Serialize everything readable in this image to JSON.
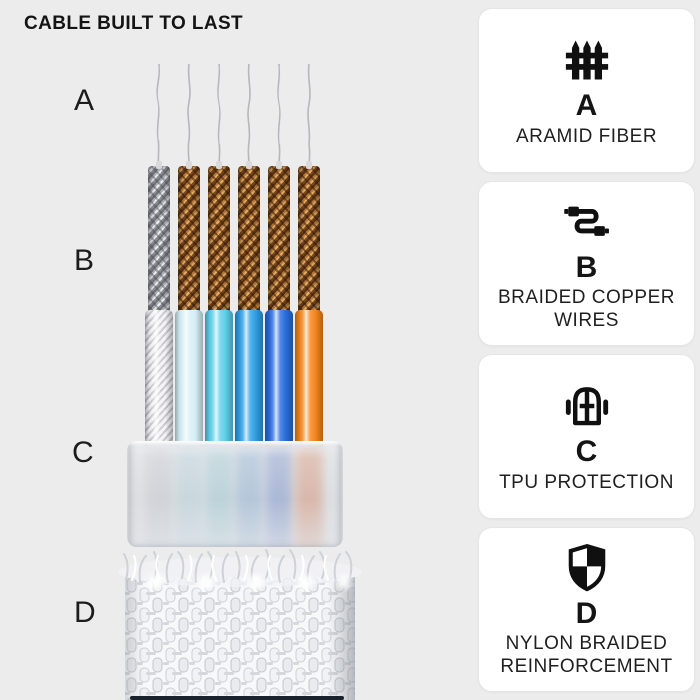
{
  "title": "CABLE BUILT TO LAST",
  "side_labels": [
    "A",
    "B",
    "C",
    "D"
  ],
  "cards": [
    {
      "letter": "A",
      "label": "ARAMID FIBER",
      "icon": "fence-icon"
    },
    {
      "letter": "B",
      "label": "BRAIDED COPPER WIRES",
      "icon": "cable-connectors-icon"
    },
    {
      "letter": "C",
      "label": "TPU PROTECTION",
      "icon": "bumper-window-icon"
    },
    {
      "letter": "D",
      "label": "NYLON BRAIDED REINFORCEMENT",
      "icon": "checkered-shield-icon"
    }
  ],
  "wires": [
    {
      "name": "shielded-silver",
      "color": "#f2f2f4",
      "muted": "#d2d3d6"
    },
    {
      "name": "pale-blue",
      "color": "#d6eff6",
      "muted": "#c5dade"
    },
    {
      "name": "cyan",
      "color": "#5ed0ea",
      "muted": "#aed3d9"
    },
    {
      "name": "sky-blue",
      "color": "#2fa0e6",
      "muted": "#9fbcd8"
    },
    {
      "name": "blue",
      "color": "#2b6edd",
      "muted": "#8fa3d2"
    },
    {
      "name": "orange",
      "color": "#f6861c",
      "muted": "#e2a184"
    }
  ],
  "colors": {
    "background": "#edecec",
    "card_background": "#ffffff",
    "text": "#141414",
    "copper_braid": "#b97c3e",
    "silver_braid": "#b4b5bb",
    "tpu_jacket": "#d9dce1",
    "nylon_sleeve": "#f1f2f5",
    "bottom_band": "#1a222e"
  }
}
